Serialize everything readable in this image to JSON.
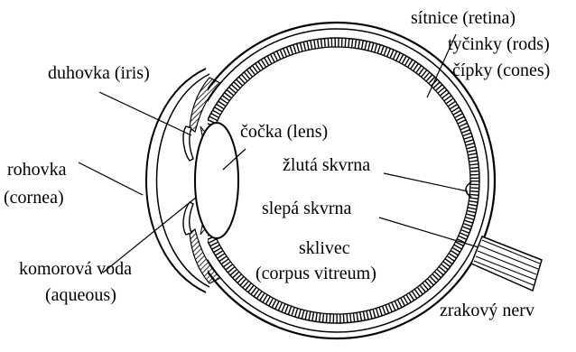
{
  "labels": {
    "retina": "sítnice (retina)",
    "rods": "tyčinky (rods)",
    "cones": "čípky (cones)",
    "iris": "duhovka (iris)",
    "lens": "čočka (lens)",
    "cornea_cs": "rohovka",
    "cornea_en": "(cornea)",
    "macula": "žlutá skvrna",
    "blind_spot": "slepá skvrna",
    "vitreous_cs": "sklivec",
    "vitreous_en": "(corpus vitreum)",
    "aqueous_cs": "komorová voda",
    "aqueous_en": "(aqueous)",
    "optic_nerve": "zrakový nerv"
  }
}
